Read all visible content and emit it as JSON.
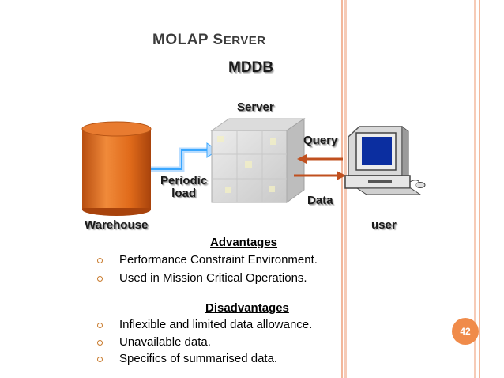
{
  "title": {
    "first_letter": "MOLAP S",
    "rest": "ERVER"
  },
  "diagram": {
    "mddb_label": "MDDB",
    "server_label": "Server",
    "query_label": "Query",
    "data_label": "Data",
    "periodic_label_line1": "Periodic",
    "periodic_label_line2": "load",
    "warehouse_label": "Warehouse",
    "user_label": "user"
  },
  "advantages": {
    "heading": "Advantages",
    "items": [
      "Performance Constraint Environment.",
      "Used in Mission Critical Operations."
    ]
  },
  "disadvantages": {
    "heading": "Disadvantages",
    "items": [
      "Inflexible and limited data allowance.",
      "Unavailable data.",
      "Specifics of summarised data."
    ]
  },
  "slide_number": "42",
  "colors": {
    "accent": "#f08b4a",
    "cylinder": "#e8731f",
    "arrow": "#c0501f"
  }
}
